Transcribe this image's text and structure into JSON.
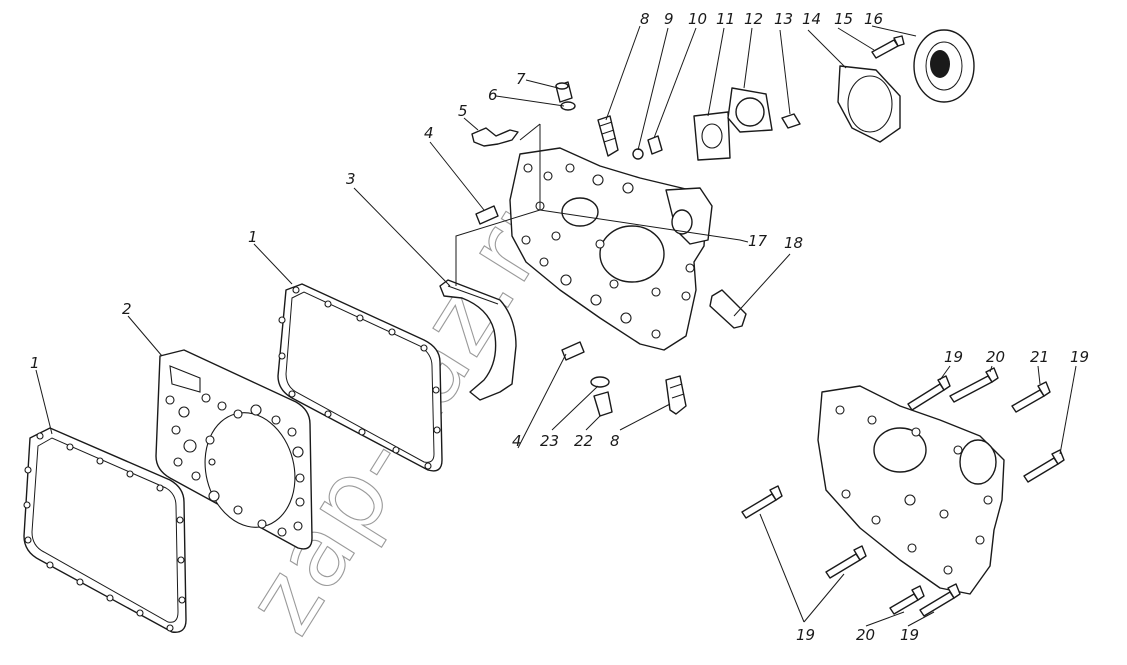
{
  "watermark": "zap-kaz.ru",
  "callouts": {
    "c1a": "1",
    "c1b": "1",
    "c2": "2",
    "c3": "3",
    "c4a": "4",
    "c4b": "4",
    "c5": "5",
    "c6": "6",
    "c7": "7",
    "c8a": "8",
    "c8b": "8",
    "c9": "9",
    "c10": "10",
    "c11": "11",
    "c12": "12",
    "c13": "13",
    "c14": "14",
    "c15": "15",
    "c16": "16",
    "c17": "17",
    "c18": "18",
    "c19a": "19",
    "c19b": "19",
    "c19c": "19",
    "c19d": "19",
    "c20a": "20",
    "c20b": "20",
    "c21": "21",
    "c22": "22",
    "c23": "23"
  }
}
